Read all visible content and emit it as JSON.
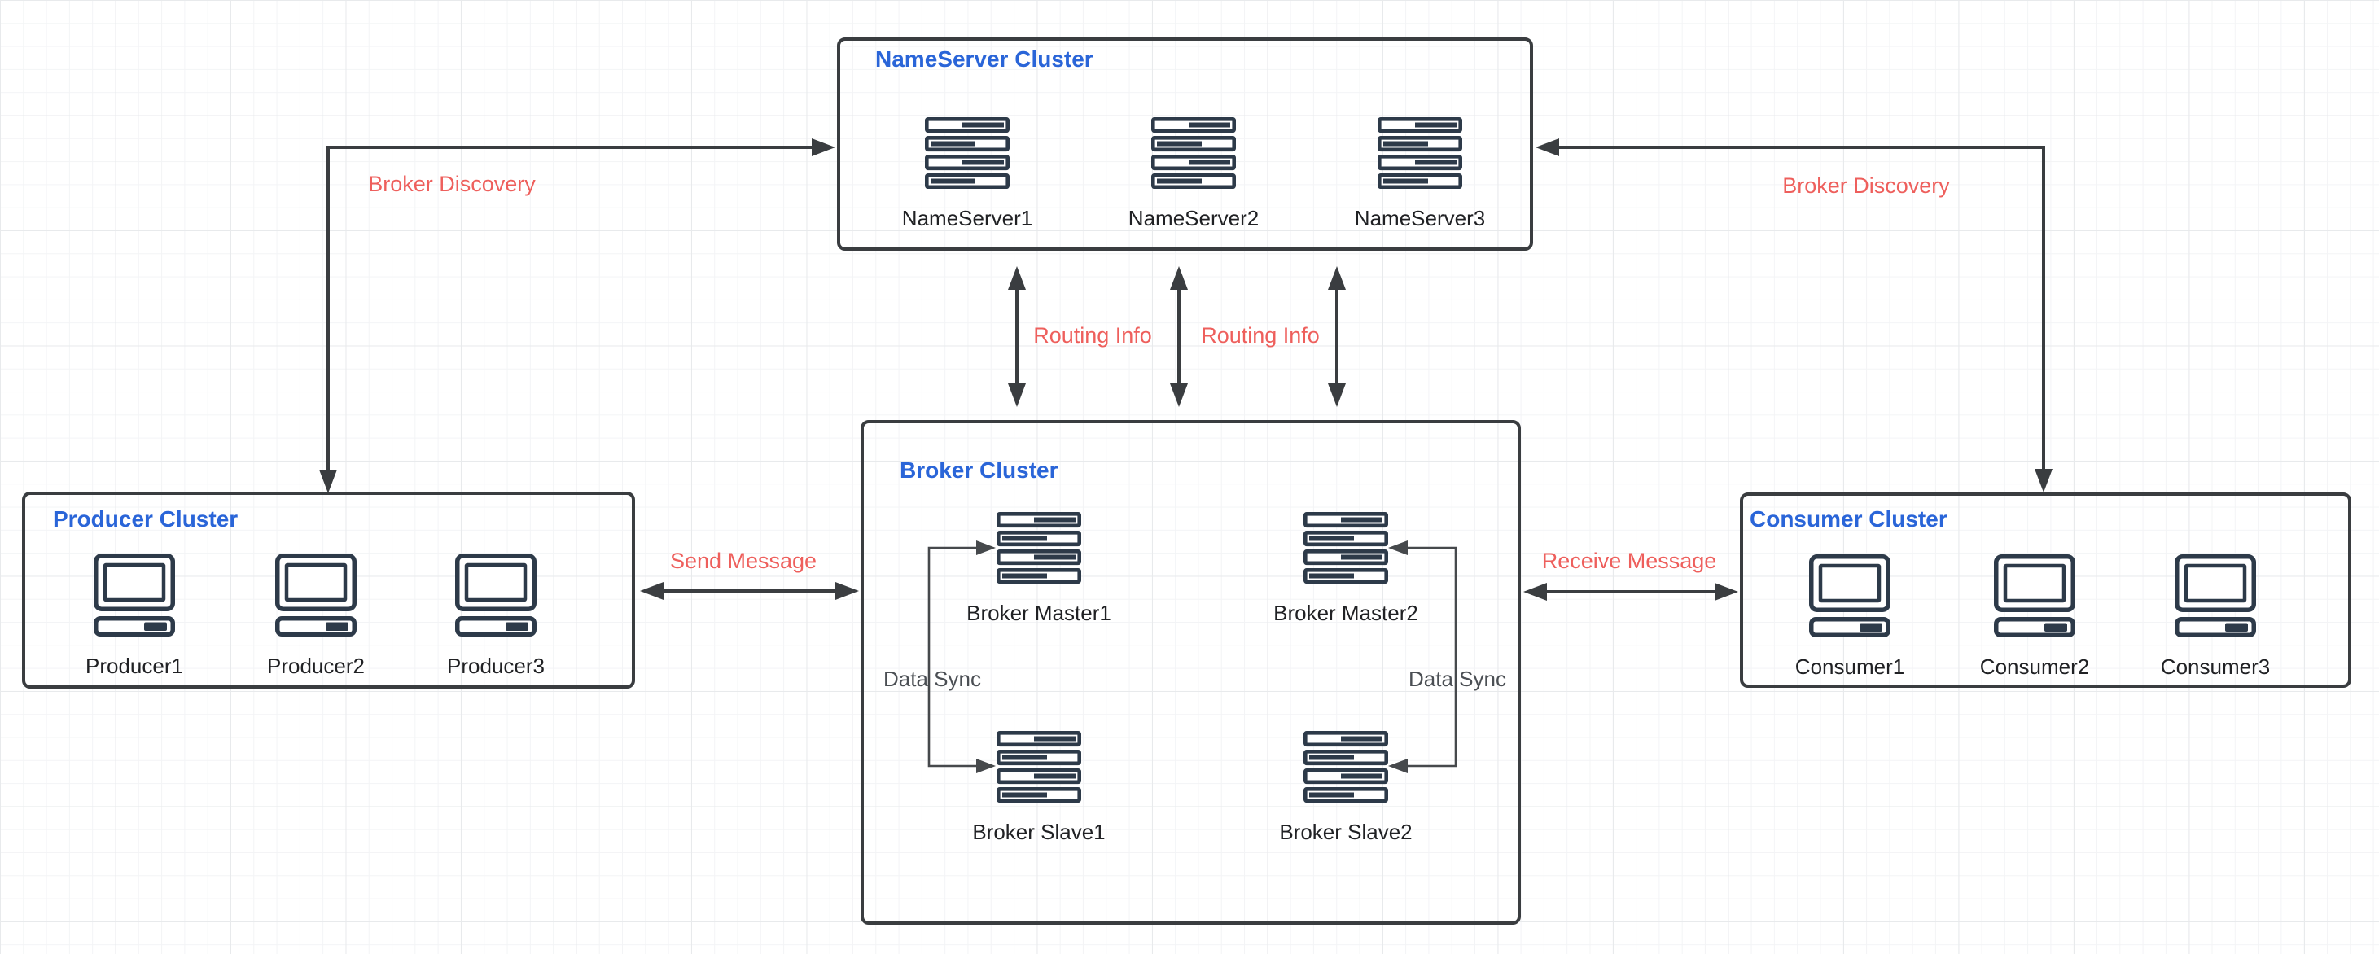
{
  "clusters": {
    "nameserver": {
      "title": "NameServer Cluster",
      "nodes": [
        {
          "label": "NameServer1"
        },
        {
          "label": "NameServer2"
        },
        {
          "label": "NameServer3"
        }
      ]
    },
    "producer": {
      "title": "Producer Cluster",
      "nodes": [
        {
          "label": "Producer1"
        },
        {
          "label": "Producer2"
        },
        {
          "label": "Producer3"
        }
      ]
    },
    "broker": {
      "title": "Broker Cluster",
      "nodes": [
        {
          "label": "Broker Master1"
        },
        {
          "label": "Broker Master2"
        },
        {
          "label": "Broker Slave1"
        },
        {
          "label": "Broker Slave2"
        }
      ]
    },
    "consumer": {
      "title": "Consumer Cluster",
      "nodes": [
        {
          "label": "Consumer1"
        },
        {
          "label": "Consumer2"
        },
        {
          "label": "Consumer3"
        }
      ]
    }
  },
  "edges": {
    "broker_discovery_left": "Broker Discovery",
    "broker_discovery_right": "Broker Discovery",
    "routing_info_left": "Routing Info",
    "routing_info_right": "Routing Info",
    "send_message": "Send Message",
    "receive_message": "Receive Message",
    "data_sync_left": "Data Sync",
    "data_sync_right": "Data Sync"
  },
  "colors": {
    "cluster_title_blue": "#2a65d8",
    "edge_label_red": "#ee5f5c",
    "line_dark": "#3a3d40",
    "icon_navy": "#2d3a49",
    "data_sync_gray": "#4b4f54"
  }
}
